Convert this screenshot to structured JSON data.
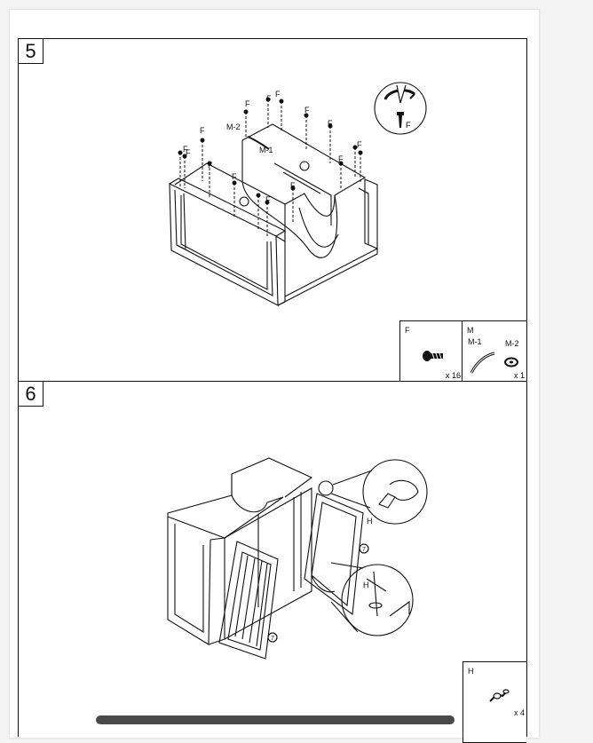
{
  "steps": [
    {
      "number": "5",
      "labels": {
        "f": "F",
        "m1": "M-1",
        "m2": "M-2",
        "panel": "5",
        "screw_tool": "F"
      },
      "parts": [
        {
          "code": "F",
          "qty": "x 16"
        },
        {
          "code": "M",
          "sub1": "M-1",
          "sub2": "M-2",
          "qty": "x 1"
        }
      ]
    },
    {
      "number": "6",
      "labels": {
        "door": "7",
        "h": "H"
      },
      "parts": [
        {
          "code": "H",
          "qty": "x 4"
        }
      ]
    }
  ]
}
